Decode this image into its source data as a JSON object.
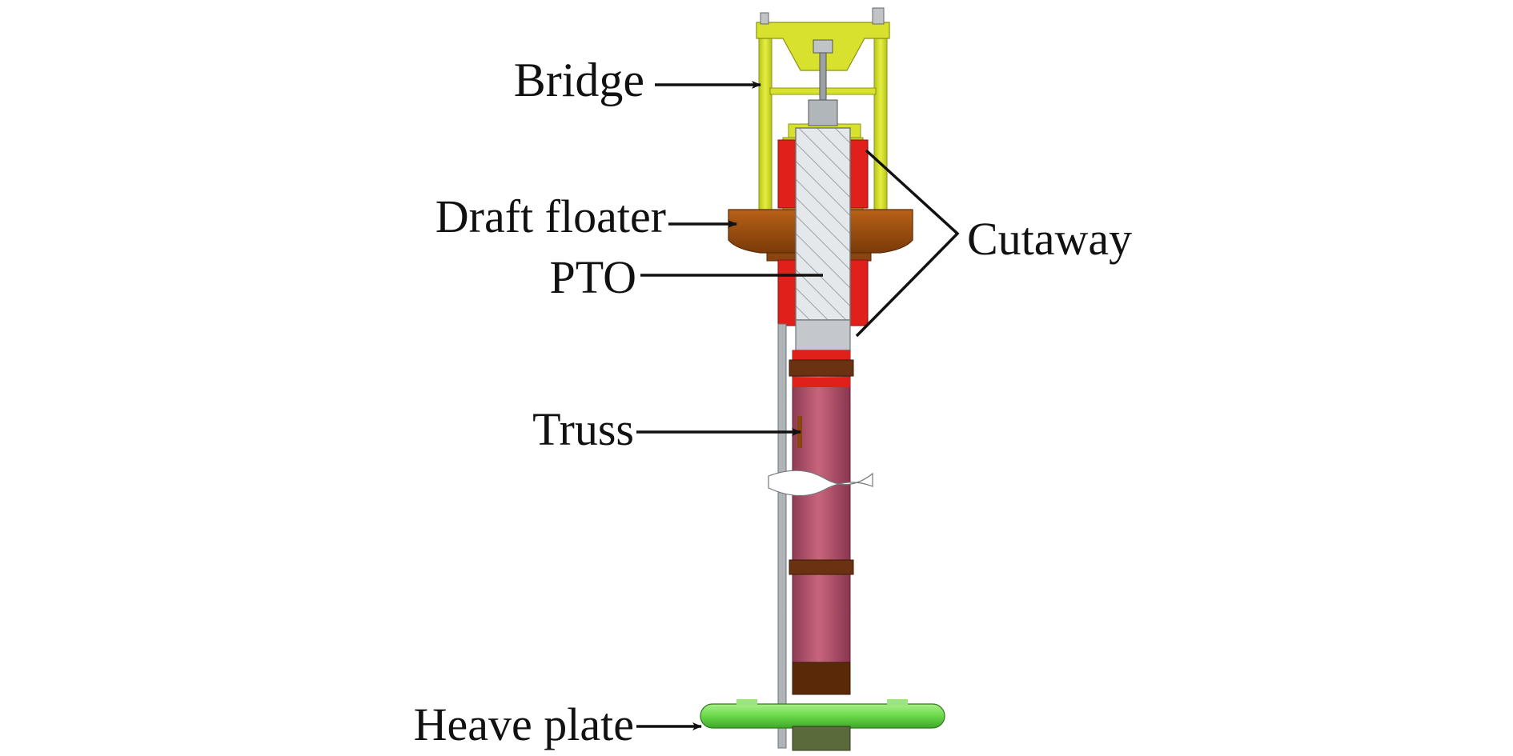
{
  "labels": {
    "bridge": "Bridge",
    "draft_floater": "Draft floater",
    "pto": "PTO",
    "cutaway": "Cutaway",
    "truss": "Truss",
    "heave_plate": "Heave plate"
  },
  "colors": {
    "bridge": "#d4e02a",
    "floater": "#a0520f",
    "pto": "#d6dadc",
    "spar": "#b8566e",
    "truss": "#b0b4b8",
    "heave_plate": "#78e05a",
    "red_band": "#e0201a",
    "brown_band": "#6a3210",
    "text": "#111111"
  }
}
